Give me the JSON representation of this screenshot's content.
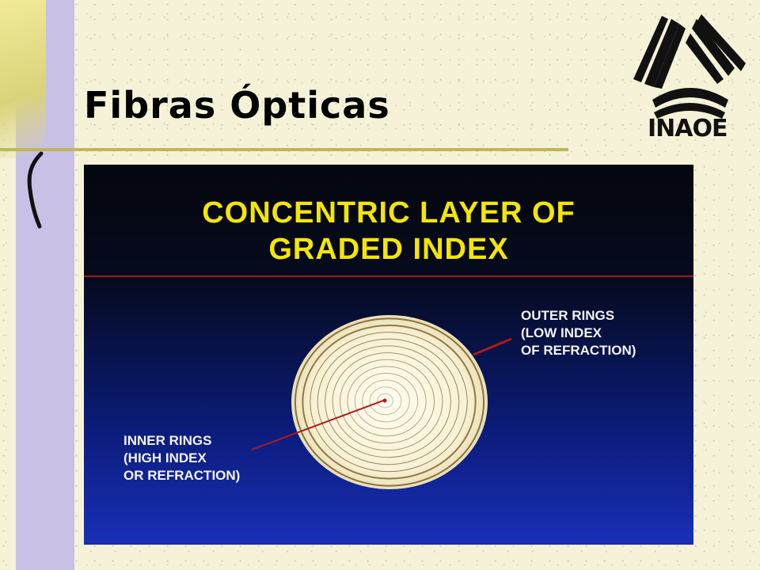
{
  "slide": {
    "title": "Fibras Ópticas",
    "logo": {
      "name": "inaoe-logo",
      "text": "INAOE"
    }
  },
  "diagram": {
    "heading_line1": "CONCENTRIC LAYER OF",
    "heading_line2": "GRADED INDEX",
    "outer_label": [
      "OUTER RINGS",
      "(LOW INDEX",
      "OF REFRACTION)"
    ],
    "inner_label": [
      "INNER RINGS",
      "(HIGH INDEX",
      "OR REFRACTION)"
    ],
    "colors": {
      "heading": "#f4e600",
      "label": "#f3f3f3",
      "pointer": "#b01a1a",
      "ring_fill": "#f7f1d4",
      "ring_line": "#8a6a3a",
      "accent_bar": "#c9c0e6"
    }
  }
}
